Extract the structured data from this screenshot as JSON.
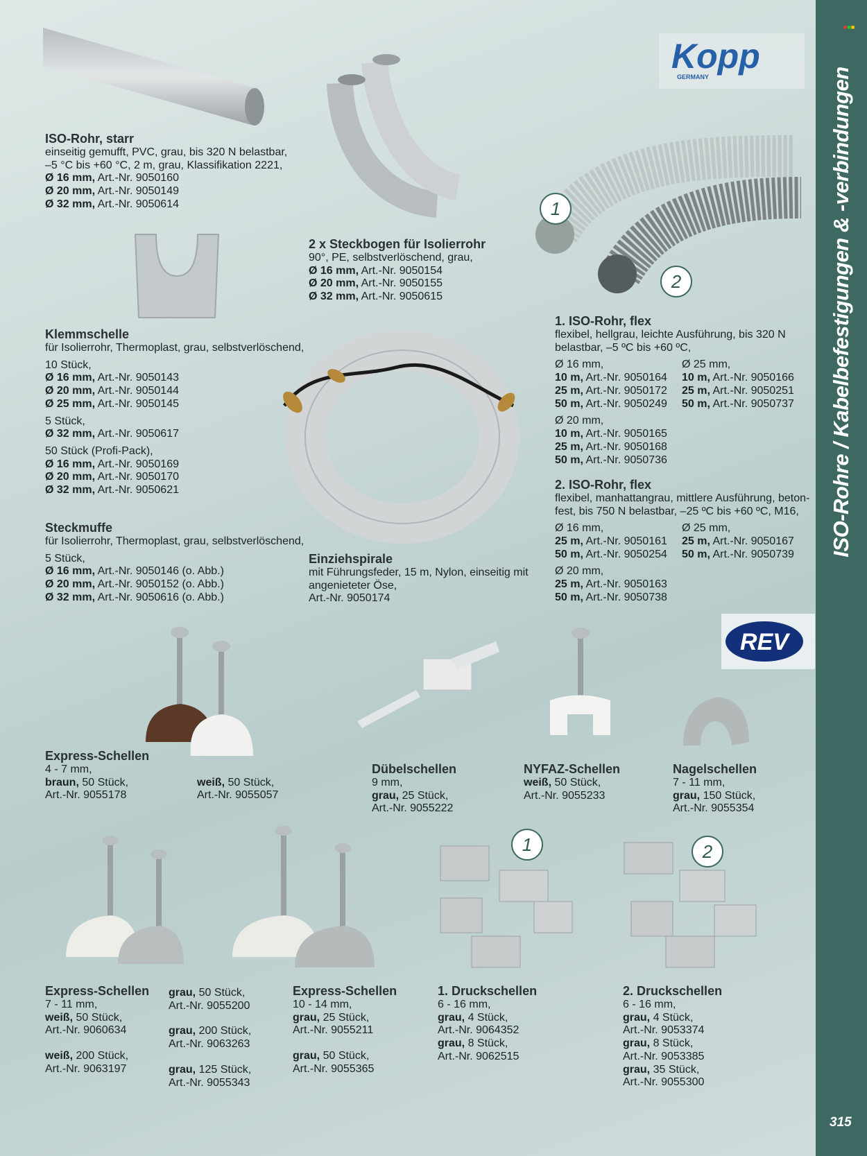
{
  "sidebar": {
    "title": "ISO-Rohre / Kabelbefestigungen & -verbindungen",
    "page_number": "315"
  },
  "brands": {
    "kopp": "Kopp",
    "kopp_sub": "GERMANY",
    "rev": "REV"
  },
  "numbers": {
    "one": "1",
    "two": "2"
  },
  "iso_starr": {
    "title": "ISO-Rohr, starr",
    "l1": "einseitig gemufft, PVC, grau, bis 320 N belastbar,",
    "l2": "–5 °C bis +60 °C, 2 m, grau, Klassifikation 2221,",
    "r1b": "Ø 16 mm,",
    "r1": " Art.-Nr. 9050160",
    "r2b": "Ø 20 mm,",
    "r2": " Art.-Nr. 9050149",
    "r3b": "Ø 32 mm,",
    "r3": " Art.-Nr. 9050614"
  },
  "steckbogen": {
    "title": "2 x Steckbogen für Isolierrohr",
    "l1": "90°, PE, selbstverlöschend, grau,",
    "r1b": "Ø 16 mm,",
    "r1": " Art.-Nr. 9050154",
    "r2b": "Ø 20 mm,",
    "r2": " Art.-Nr. 9050155",
    "r3b": "Ø 32 mm,",
    "r3": " Art.-Nr. 9050615"
  },
  "klemmschelle": {
    "title": "Klemmschelle",
    "l1": "für Isolierrohr, Thermoplast, grau, selbstverlöschend,",
    "g1": "10 Stück,",
    "r1b": "Ø 16 mm,",
    "r1": " Art.-Nr. 9050143",
    "r2b": "Ø 20 mm,",
    "r2": " Art.-Nr. 9050144",
    "r3b": "Ø 25 mm,",
    "r3": " Art.-Nr. 9050145",
    "g2": "5 Stück,",
    "r4b": "Ø 32 mm,",
    "r4": " Art.-Nr. 9050617",
    "g3": "50 Stück (Profi-Pack),",
    "r5b": "Ø 16 mm,",
    "r5": " Art.-Nr. 9050169",
    "r6b": "Ø 20 mm,",
    "r6": " Art.-Nr. 9050170",
    "r7b": "Ø 32 mm,",
    "r7": " Art.-Nr. 9050621"
  },
  "steckmuffe": {
    "title": "Steckmuffe",
    "l1": "für Isolierrohr, Thermoplast, grau, selbstverlöschend,",
    "g1": "5 Stück,",
    "r1b": "Ø 16 mm,",
    "r1": " Art.-Nr. 9050146 (o. Abb.)",
    "r2b": "Ø 20 mm,",
    "r2": " Art.-Nr. 9050152 (o. Abb.)",
    "r3b": "Ø 32 mm,",
    "r3": " Art.-Nr. 9050616 (o. Abb.)"
  },
  "einziehspirale": {
    "title": "Einziehspirale",
    "l1": "mit Führungsfeder, 15 m, Nylon, einseitig mit",
    "l2": "angenieteter Öse,",
    "l3": "Art.-Nr. 9050174"
  },
  "flex1": {
    "title": "1. ISO-Rohr, flex",
    "l1": "flexibel, hellgrau, leichte Ausführung, bis 320 N",
    "l2": "belastbar, –5 ºC bis +60 ºC,",
    "a_head": "Ø 16 mm,",
    "a1b": "10 m,",
    "a1": " Art.-Nr. 9050164",
    "a2b": "25 m,",
    "a2": " Art.-Nr. 9050172",
    "a3b": "50 m,",
    "a3": " Art.-Nr. 9050249",
    "b_head": "Ø 25 mm,",
    "b1b": "10 m,",
    "b1": " Art.-Nr. 9050166",
    "b2b": "25 m,",
    "b2": " Art.-Nr. 9050251",
    "b3b": "50 m,",
    "b3": " Art.-Nr. 9050737",
    "c_head": "Ø 20 mm,",
    "c1b": "10 m,",
    "c1": " Art.-Nr. 9050165",
    "c2b": "25 m,",
    "c2": " Art.-Nr. 9050168",
    "c3b": "50 m,",
    "c3": " Art.-Nr. 9050736"
  },
  "flex2": {
    "title": "2. ISO-Rohr, flex",
    "l1": "flexibel, manhattangrau, mittlere Ausführung, beton-",
    "l2": "fest, bis 750 N belastbar, –25 ºC bis +60 ºC, M16,",
    "a_head": "Ø 16 mm,",
    "a1b": "25 m,",
    "a1": " Art.-Nr. 9050161",
    "a2b": "50 m,",
    "a2": " Art.-Nr. 9050254",
    "b_head": "Ø 25 mm,",
    "b1b": "25 m,",
    "b1": " Art.-Nr. 9050167",
    "b2b": "50 m,",
    "b2": " Art.-Nr. 9050739",
    "c_head": "Ø 20 mm,",
    "c1b": "25 m,",
    "c1": " Art.-Nr. 9050163",
    "c2b": "50 m,",
    "c2": " Art.-Nr. 9050738"
  },
  "express1": {
    "title": "Express-Schellen",
    "l1": "4 - 7 mm,",
    "a1b": "braun,",
    "a1": " 50 Stück,",
    "a2": "Art.-Nr. 9055178",
    "b1b": "weiß,",
    "b1": " 50 Stück,",
    "b2": "Art.-Nr. 9055057"
  },
  "duebel": {
    "title": "Dübelschellen",
    "l1": "9 mm,",
    "a1b": "grau,",
    "a1": " 25 Stück,",
    "a2": "Art.-Nr. 9055222"
  },
  "nyfaz": {
    "title": "NYFAZ-Schellen",
    "a1b": "weiß,",
    "a1": " 50 Stück,",
    "a2": "Art.-Nr. 9055233"
  },
  "nagel": {
    "title": "Nagelschellen",
    "l1": "7 - 11 mm,",
    "a1b": "grau,",
    "a1": " 150 Stück,",
    "a2": "Art.-Nr. 9055354"
  },
  "express2": {
    "title": "Express-Schellen",
    "l1": "7 - 11 mm,",
    "a1b": "weiß,",
    "a1": " 50 Stück,",
    "a2": "Art.-Nr. 9060634",
    "b1b": "weiß,",
    "b1": " 200 Stück,",
    "b2": "Art.-Nr. 9063197",
    "c1b": "grau,",
    "c1": " 50 Stück,",
    "c2": "Art.-Nr. 9055200",
    "d1b": "grau,",
    "d1": " 200 Stück,",
    "d2": "Art.-Nr. 9063263",
    "e1b": "grau,",
    "e1": " 125 Stück,",
    "e2": "Art.-Nr. 9055343"
  },
  "express3": {
    "title": "Express-Schellen",
    "l1": "10 - 14 mm,",
    "a1b": "grau,",
    "a1": " 25 Stück,",
    "a2": "Art.-Nr. 9055211",
    "b1b": "grau,",
    "b1": " 50 Stück,",
    "b2": "Art.-Nr. 9055365"
  },
  "druck1": {
    "title": "1. Druckschellen",
    "l1": "6 - 16 mm,",
    "a1b": "grau,",
    "a1": " 4 Stück,",
    "a2": "Art.-Nr. 9064352",
    "b1b": "grau,",
    "b1": " 8 Stück,",
    "b2": "Art.-Nr. 9062515"
  },
  "druck2": {
    "title": "2. Druckschellen",
    "l1": "6 - 16 mm,",
    "a1b": "grau,",
    "a1": " 4 Stück,",
    "a2": "Art.-Nr. 9053374",
    "b1b": "grau,",
    "b1": " 8 Stück,",
    "b2": "Art.-Nr. 9053385",
    "c1b": "grau,",
    "c1": " 35 Stück,",
    "c2": "Art.-Nr. 9055300"
  }
}
